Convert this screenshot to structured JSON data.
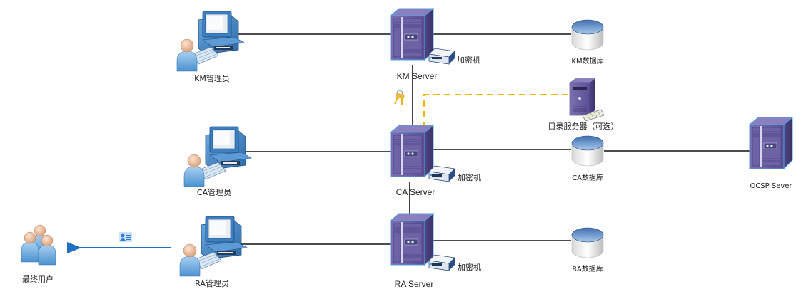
{
  "diagram": {
    "title": "PKI/CA 系统部署拓扑",
    "colors": {
      "line": "#111111",
      "optional_link": "#f5b400",
      "issue_arrow": "#1f6fc5",
      "server_body": "#5a4f8f",
      "server_edge": "#4aa3e0",
      "db_top": "#4f86c6"
    },
    "nodes": {
      "km_admin": {
        "label": "KM管理员",
        "icon": "admin-workstation-icon"
      },
      "ca_admin": {
        "label": "CA管理员",
        "icon": "admin-workstation-icon"
      },
      "ra_admin": {
        "label": "RA管理员",
        "icon": "admin-workstation-icon"
      },
      "end_users": {
        "label": "最终用户",
        "icon": "user-group-icon"
      },
      "km_server": {
        "label": "KM Server",
        "icon": "server-rack-icon"
      },
      "ca_server": {
        "label": "CA Server",
        "icon": "server-rack-icon"
      },
      "ra_server": {
        "label": "RA Server",
        "icon": "server-rack-icon"
      },
      "km_hsm": {
        "label": "加密机",
        "icon": "encryption-device-icon"
      },
      "ca_hsm": {
        "label": "加密机",
        "icon": "encryption-device-icon"
      },
      "ra_hsm": {
        "label": "加密机",
        "icon": "encryption-device-icon"
      },
      "km_db": {
        "label": "KM数据库",
        "icon": "database-icon"
      },
      "ca_db": {
        "label": "CA数据库",
        "icon": "database-icon"
      },
      "ra_db": {
        "label": "RA数据库",
        "icon": "database-icon"
      },
      "directory_server": {
        "label": "目录服务器（可选）",
        "icon": "directory-server-icon"
      },
      "ocsp_server": {
        "label": "OCSP Sever",
        "icon": "server-rack-icon"
      }
    },
    "edges": [
      {
        "from": "km_admin",
        "to": "km_server",
        "style": "solid"
      },
      {
        "from": "km_server",
        "to": "km_db",
        "style": "solid"
      },
      {
        "from": "ca_admin",
        "to": "ca_server",
        "style": "solid"
      },
      {
        "from": "ca_server",
        "to": "ca_db",
        "style": "solid"
      },
      {
        "from": "ca_db",
        "to": "ocsp_server",
        "style": "solid"
      },
      {
        "from": "ra_admin",
        "to": "ra_server",
        "style": "solid"
      },
      {
        "from": "ra_server",
        "to": "ra_db",
        "style": "solid"
      },
      {
        "from": "km_server",
        "to": "ca_server",
        "style": "solid",
        "icon": "key-icon"
      },
      {
        "from": "ca_server",
        "to": "ra_server",
        "style": "solid"
      },
      {
        "from": "ca_server",
        "to": "directory_server",
        "style": "dashed"
      },
      {
        "from": "ra_admin",
        "to": "end_users",
        "style": "arrow",
        "icon": "certificate-icon"
      }
    ]
  }
}
